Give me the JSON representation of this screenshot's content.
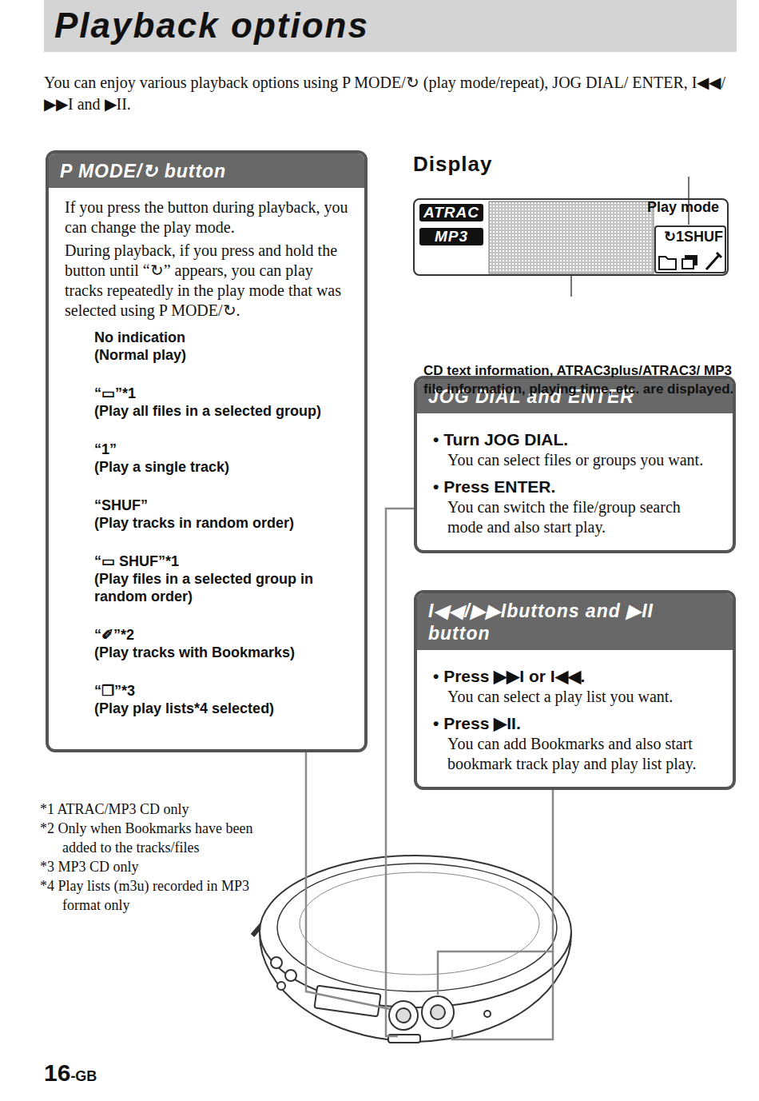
{
  "diagram": {
    "title": "Playback options",
    "nodes": [
      {
        "text": [
          "P MODE/↻ button",
          "If you press the button during playback, you can change the play mode.",
          "During playback, if you press and hold the button until “↻” appears, you can play tracks repeatedly in the play mode that was selected using P MODE/↻."
        ]
      },
      {
        "text": [
          "No indication",
          "(Normal play)"
        ],
        "in": 0
      },
      {
        "text": [
          "“▭”*1",
          "(Play all files in a selected group)"
        ],
        "in": 0
      },
      {
        "text": [
          "“1”",
          "(Play a single track)"
        ],
        "in": 0
      },
      {
        "text": [
          "“SHUF”",
          "(Play tracks in random order)"
        ],
        "in": 0
      },
      {
        "text": [
          "“▭ SHUF”*1",
          "(Play files in a selected group in random order)"
        ],
        "in": 0
      },
      {
        "text": [
          "“✐”*2",
          "(Play tracks with Bookmarks)"
        ],
        "in": 0
      },
      {
        "text": [
          "“❐”*3",
          "(Play play lists*4 selected)"
        ],
        "in": 0
      },
      {
        "text": [
          "Display",
          "ATRAC",
          "MP3",
          "↻1SHUF"
        ]
      },
      {
        "text": [
          "JOG DIAL and ENTER",
          "• Turn JOG DIAL.",
          "You can select files or groups you want.",
          "• Press ENTER.",
          "You can switch the file/group search mode and also start play."
        ]
      },
      {
        "text": [
          "I◀◀/▶▶Ibuttons and ▶II button",
          "• Press ▶▶I or I◀◀.",
          "You can select a play list you want.",
          "• Press ▶II.",
          "You can add Bookmarks and also start bookmark track play and play list play."
        ]
      }
    ],
    "edges": [
      {
        "from": 1,
        "to": 2,
        "arrow": "to"
      },
      {
        "from": 2,
        "to": 3,
        "arrow": "to"
      },
      {
        "from": 3,
        "to": 4,
        "arrow": "to"
      },
      {
        "from": 4,
        "to": 5,
        "arrow": "to"
      },
      {
        "from": 5,
        "to": 6,
        "arrow": "to"
      },
      {
        "from": 6,
        "to": 7,
        "arrow": "to"
      },
      {
        "from": 7,
        "to": 1,
        "arrow": "to"
      }
    ],
    "labels": [
      "You can enjoy various playback options using P MODE/↻ (play mode/repeat), JOG DIAL/ ENTER, I◀◀/▶▶I and ▶II.",
      "Play mode",
      "CD text information, ATRAC3plus/ATRAC3/ MP3 file information, playing time, etc. are displayed.",
      "*1 ATRAC/MP3 CD only",
      "*2 Only when Bookmarks have been added to the tracks/files",
      "*3 MP3 CD only",
      "*4 Play lists (m3u) recorded in MP3 format only",
      "16",
      "-GB"
    ]
  }
}
